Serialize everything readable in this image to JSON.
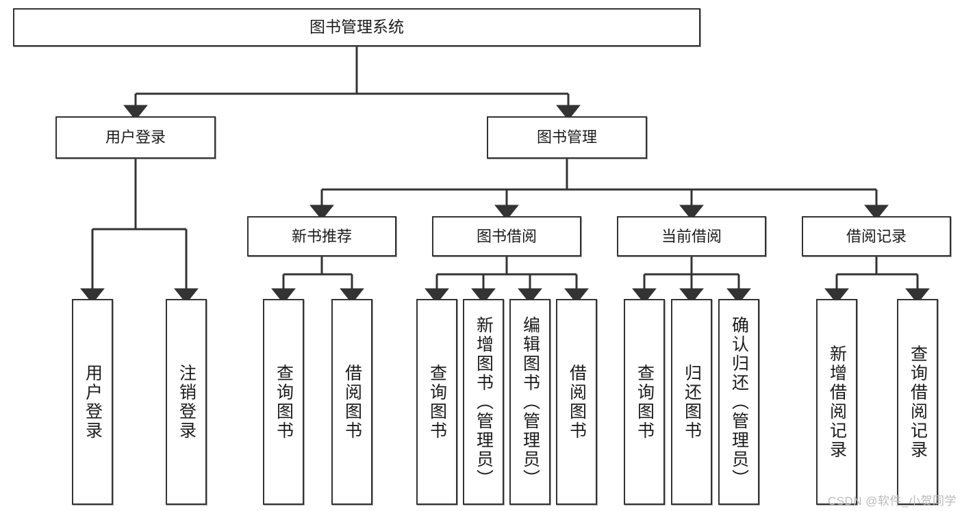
{
  "diagram": {
    "type": "tree-hierarchy",
    "title": "图书管理系统",
    "watermark": "CSDN @软件_小贺同学",
    "colors": {
      "box_border": "#333333",
      "box_fill": "#ffffff",
      "connector": "#333333",
      "watermark": "#b9b9b9",
      "background": "#ffffff"
    },
    "nodes": {
      "root": {
        "label": "图书管理系统"
      },
      "level2": [
        {
          "id": "user-login",
          "label": "用户登录"
        },
        {
          "id": "book-manage",
          "label": "图书管理"
        }
      ],
      "level3": [
        {
          "id": "new-book-recommend",
          "label": "新书推荐"
        },
        {
          "id": "book-borrow",
          "label": "图书借阅"
        },
        {
          "id": "current-borrow",
          "label": "当前借阅"
        },
        {
          "id": "borrow-record",
          "label": "借阅记录"
        }
      ],
      "leaves": {
        "user-login": [
          {
            "id": "leaf-user-login",
            "label": "用户登录"
          },
          {
            "id": "leaf-logout-login",
            "label": "注销登录"
          }
        ],
        "new-book-recommend": [
          {
            "id": "leaf-query-book-1",
            "label": "查询图书"
          },
          {
            "id": "leaf-borrow-book-1",
            "label": "借阅图书"
          }
        ],
        "book-borrow": [
          {
            "id": "leaf-query-book-2",
            "label": "查询图书"
          },
          {
            "id": "leaf-add-book",
            "label": "新增图书（管理员）"
          },
          {
            "id": "leaf-edit-book",
            "label": "编辑图书（管理员）"
          },
          {
            "id": "leaf-borrow-book-2",
            "label": "借阅图书"
          }
        ],
        "current-borrow": [
          {
            "id": "leaf-query-book-3",
            "label": "查询图书"
          },
          {
            "id": "leaf-return-book",
            "label": "归还图书"
          },
          {
            "id": "leaf-confirm-return",
            "label": "确认归还（管理员）"
          }
        ],
        "borrow-record": [
          {
            "id": "leaf-add-borrow-record",
            "label": "新增借阅记录"
          },
          {
            "id": "leaf-query-borrow-record",
            "label": "查询借阅记录"
          }
        ]
      }
    }
  }
}
